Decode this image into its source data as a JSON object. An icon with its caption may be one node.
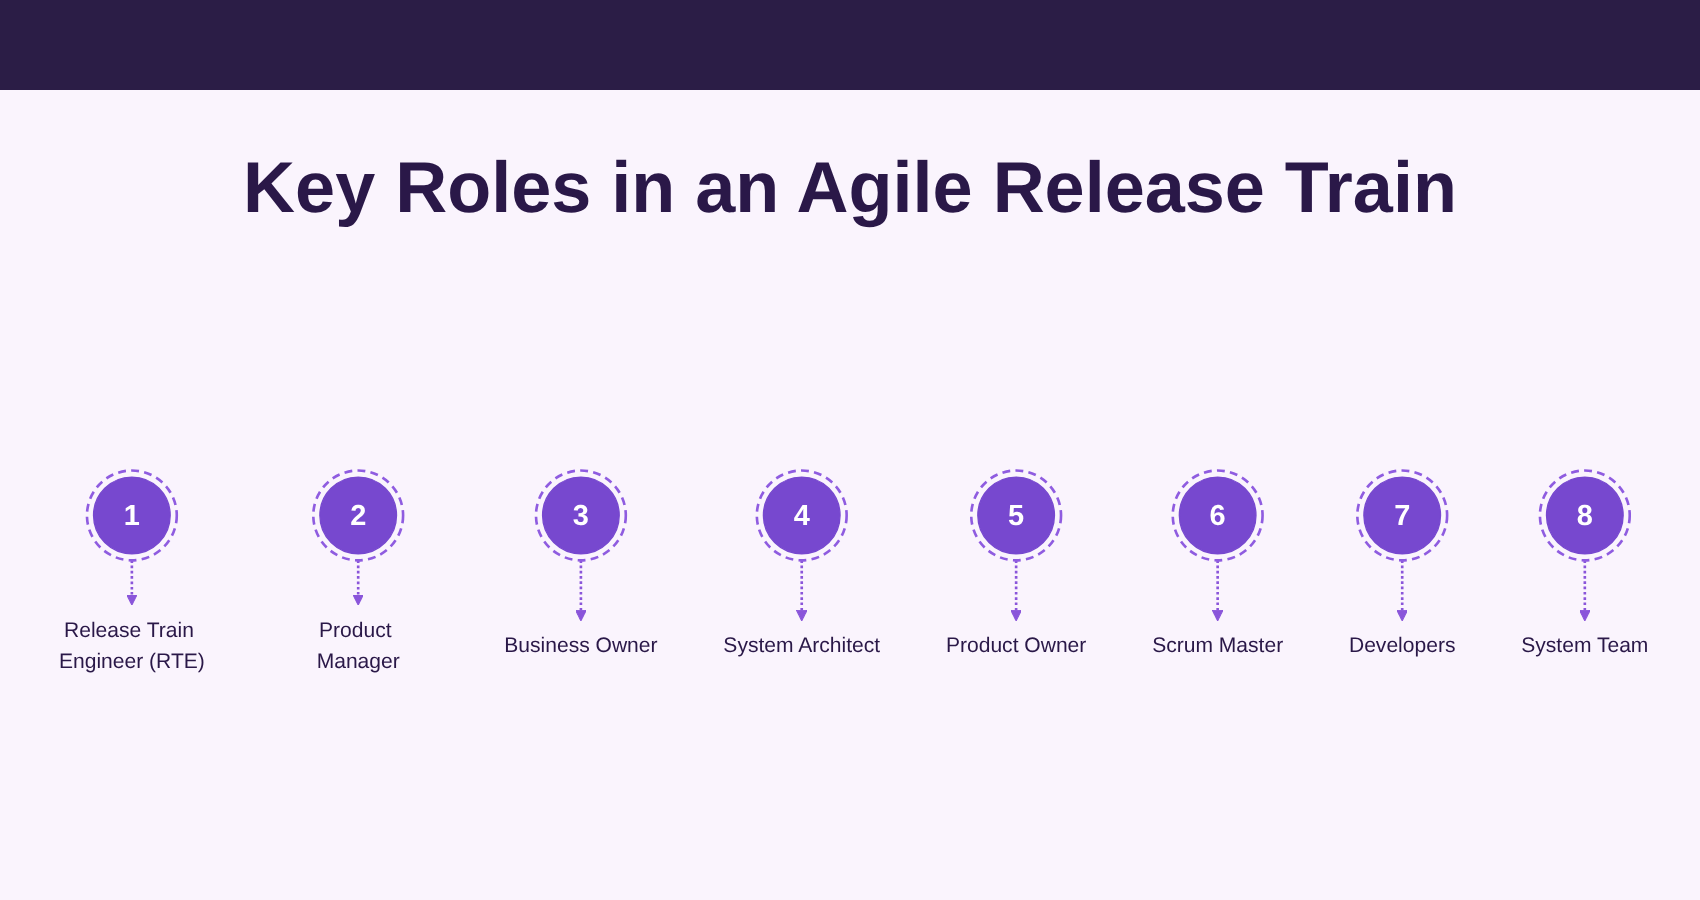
{
  "diagram": {
    "title": "Key Roles in an Agile Release Train",
    "nodes": [
      {
        "text": [
          "1"
        ]
      },
      {
        "text": [
          "Release Train Engineer (RTE)"
        ]
      },
      {
        "text": [
          "2"
        ]
      },
      {
        "text": [
          "Product Manager"
        ]
      },
      {
        "text": [
          "3"
        ]
      },
      {
        "text": [
          "Business Owner"
        ]
      },
      {
        "text": [
          "4"
        ]
      },
      {
        "text": [
          "System Architect"
        ]
      },
      {
        "text": [
          "5"
        ]
      },
      {
        "text": [
          "Product Owner"
        ]
      },
      {
        "text": [
          "6"
        ]
      },
      {
        "text": [
          "Scrum Master"
        ]
      },
      {
        "text": [
          "7"
        ]
      },
      {
        "text": [
          "Developers"
        ]
      },
      {
        "text": [
          "8"
        ]
      },
      {
        "text": [
          "System Team"
        ]
      }
    ],
    "edges": [
      {
        "from": 0,
        "to": 1,
        "arrow": "to",
        "style": "dashed"
      },
      {
        "from": 2,
        "to": 3,
        "arrow": "to",
        "style": "dashed"
      },
      {
        "from": 4,
        "to": 5,
        "arrow": "to",
        "style": "dashed"
      },
      {
        "from": 6,
        "to": 7,
        "arrow": "to",
        "style": "dashed"
      },
      {
        "from": 8,
        "to": 9,
        "arrow": "to",
        "style": "dashed"
      },
      {
        "from": 10,
        "to": 11,
        "arrow": "to",
        "style": "dashed"
      },
      {
        "from": 12,
        "to": 13,
        "arrow": "to",
        "style": "dashed"
      },
      {
        "from": 14,
        "to": 15,
        "arrow": "to",
        "style": "dashed"
      }
    ]
  }
}
